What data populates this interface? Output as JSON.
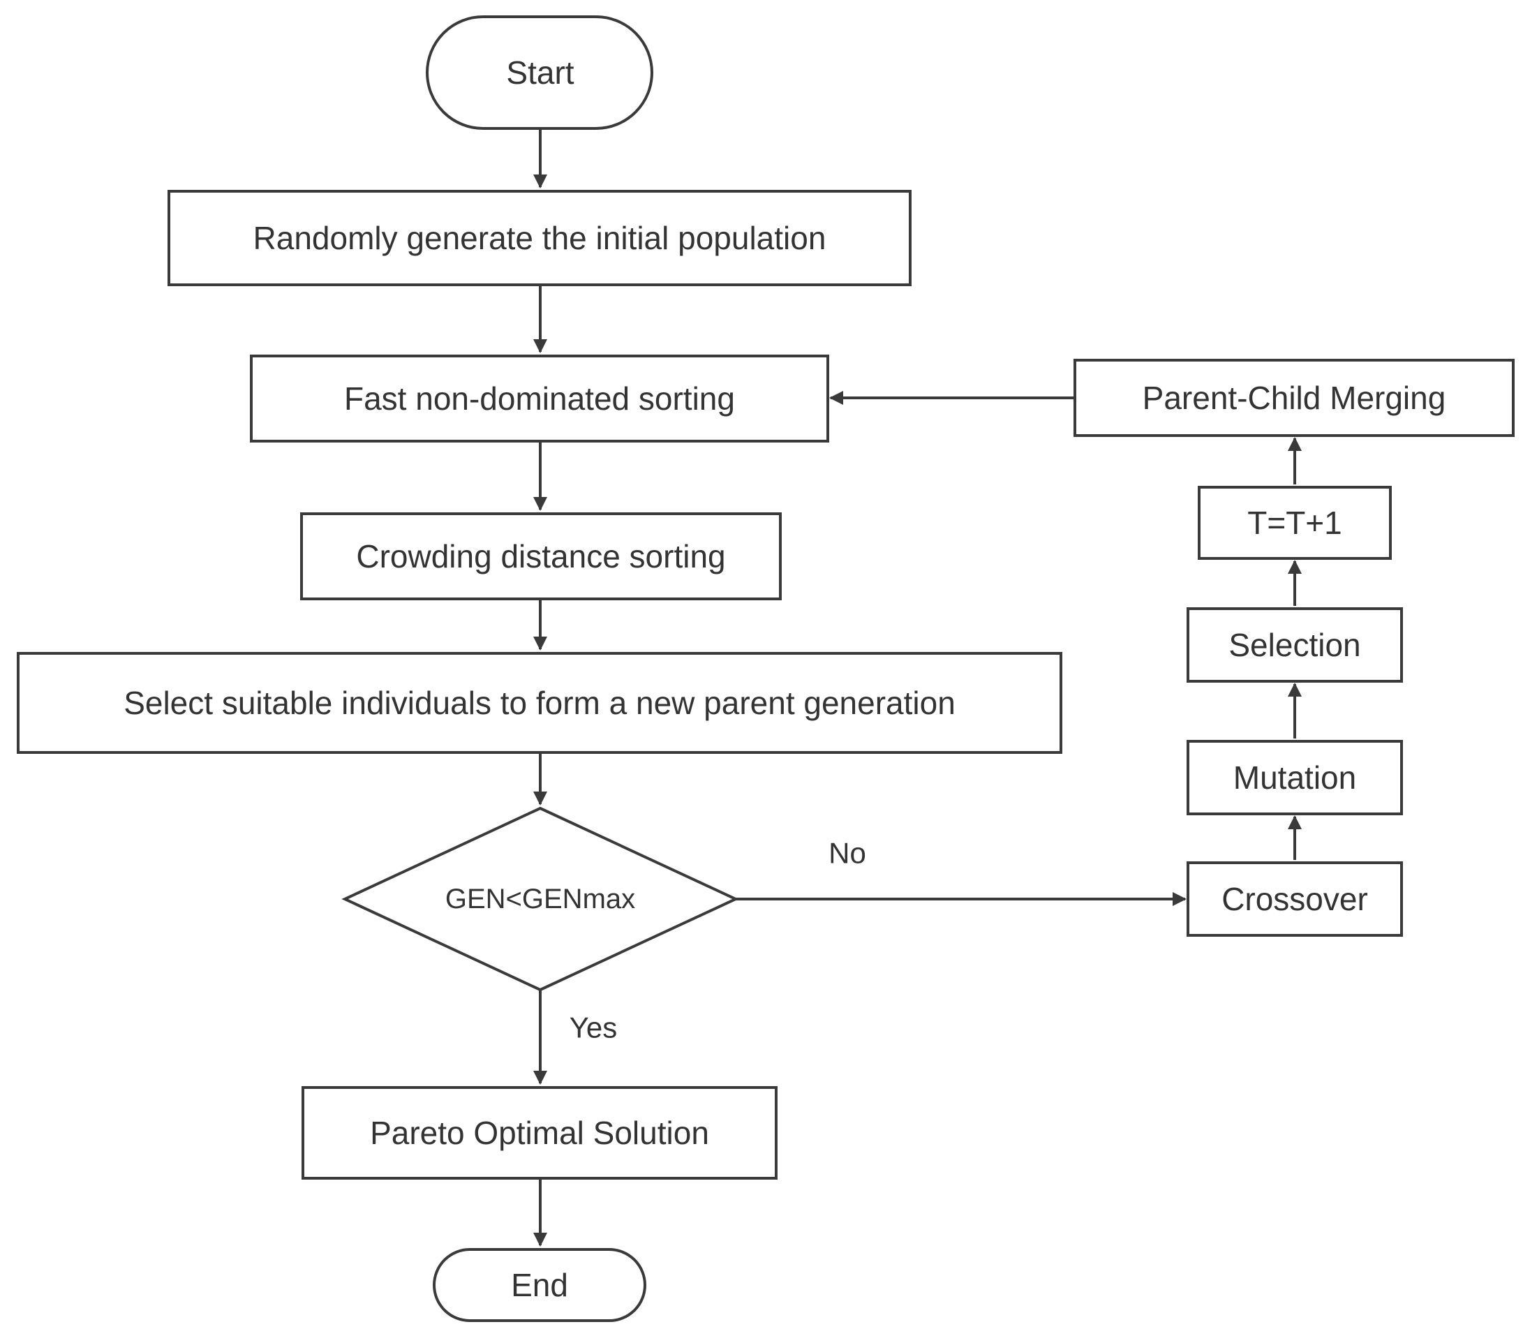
{
  "nodes": {
    "start": "Start",
    "init": "Randomly generate the initial population",
    "fast_sort": "Fast non-dominated sorting",
    "crowd_sort": "Crowding distance sorting",
    "select_parents": "Select suitable individuals to form a new parent generation",
    "decision": "GEN<GENmax",
    "pareto": "Pareto Optimal Solution",
    "end": "End",
    "merge": "Parent-Child Merging",
    "increment": "T=T+1",
    "selection": "Selection",
    "mutation": "Mutation",
    "crossover": "Crossover"
  },
  "edges": {
    "no_label": "No",
    "yes_label": "Yes"
  },
  "colors": {
    "stroke": "#3a3a3a",
    "text": "#333333",
    "background": "#ffffff"
  }
}
